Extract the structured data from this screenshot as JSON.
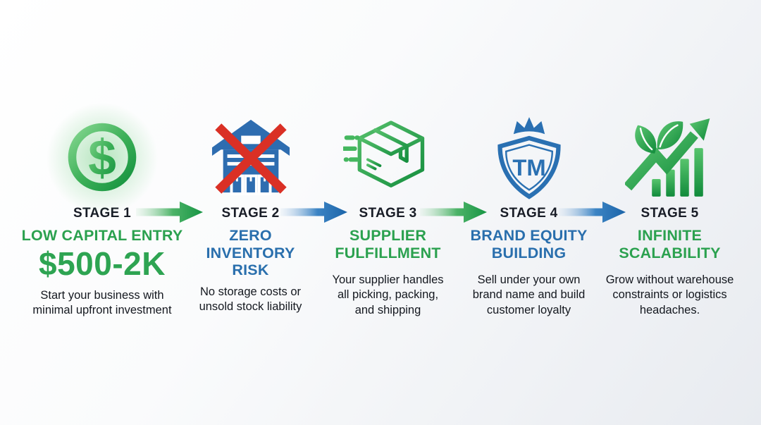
{
  "infographic": {
    "stages": [
      {
        "label": "STAGE 1",
        "title": "LOW CAPITAL ENTRY",
        "metric": "$500-2K",
        "description": "Start your business with minimal upfront investment",
        "icon": "dollar-circle-icon",
        "accent_color": "#2ba14f"
      },
      {
        "label": "STAGE 2",
        "title": "ZERO INVENTORY RISK",
        "description": "No storage costs or unsold stock liability",
        "icon": "crossed-warehouse-icon",
        "accent_color": "#2a6fad"
      },
      {
        "label": "STAGE 3",
        "title": "SUPPLIER FULFILLMENT",
        "description": "Your supplier handles all picking, packing, and shipping",
        "icon": "shipping-box-icon",
        "accent_color": "#2ba14f"
      },
      {
        "label": "STAGE 4",
        "title": "BRAND EQUITY BUILDING",
        "description": "Sell under your own brand name and build customer loyalty",
        "icon": "trademark-shield-icon",
        "accent_color": "#2a6fad"
      },
      {
        "label": "STAGE 5",
        "title": "INFINITE SCALABILITY",
        "description": "Grow without warehouse constraints or logistics headaches.",
        "icon": "growth-arrow-icon",
        "accent_color": "#2ba14f"
      }
    ],
    "arrows": [
      {
        "after_stage": 1,
        "color": "#179544"
      },
      {
        "after_stage": 2,
        "color": "#1b64a8"
      },
      {
        "after_stage": 3,
        "color": "#179544"
      },
      {
        "after_stage": 4,
        "color": "#1b64a8"
      }
    ],
    "colors": {
      "green": "#2ba14f",
      "blue": "#2a6fad",
      "red": "#da3025",
      "dark_text": "#181c26"
    }
  }
}
